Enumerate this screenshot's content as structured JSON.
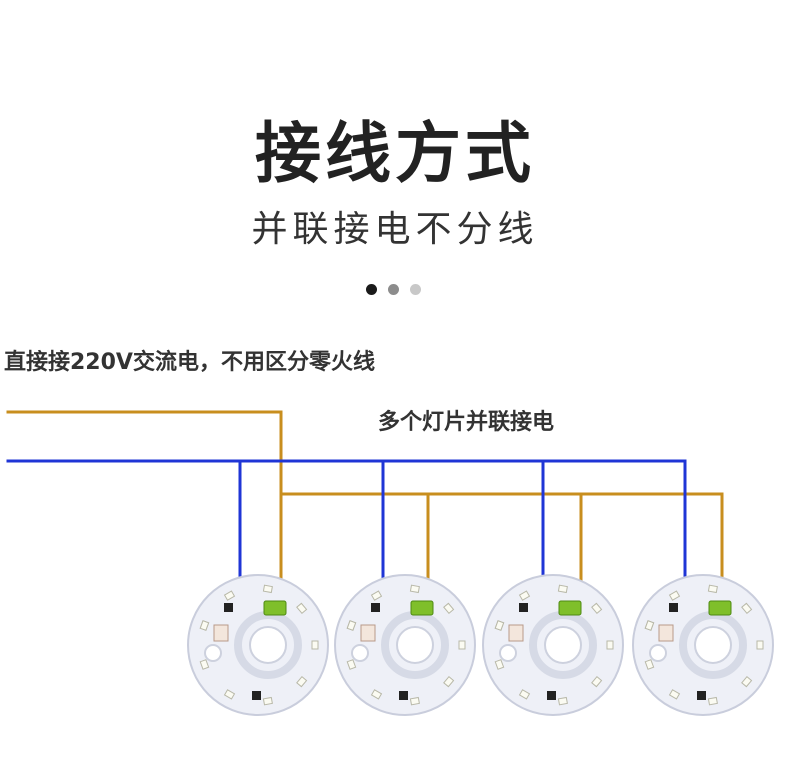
{
  "header": {
    "title": "接线方式",
    "subtitle": "并联接电不分线"
  },
  "pager": {
    "dots": [
      "#1a1a1a",
      "#8c8c8c",
      "#c8c8c8"
    ]
  },
  "notes": {
    "left": "直接接220V交流电，不用区分零火线",
    "right": "多个灯片并联接电"
  },
  "colors": {
    "live_wire": "#c88e1e",
    "neutral_wire": "#1f35d6",
    "board": "#eef0f7",
    "board_edge": "#c9cddc",
    "led": "#fbfbf2",
    "terminal": "#7fbf2a"
  },
  "boards": [
    {
      "id": "board-1"
    },
    {
      "id": "board-2"
    },
    {
      "id": "board-3"
    },
    {
      "id": "board-4"
    }
  ]
}
